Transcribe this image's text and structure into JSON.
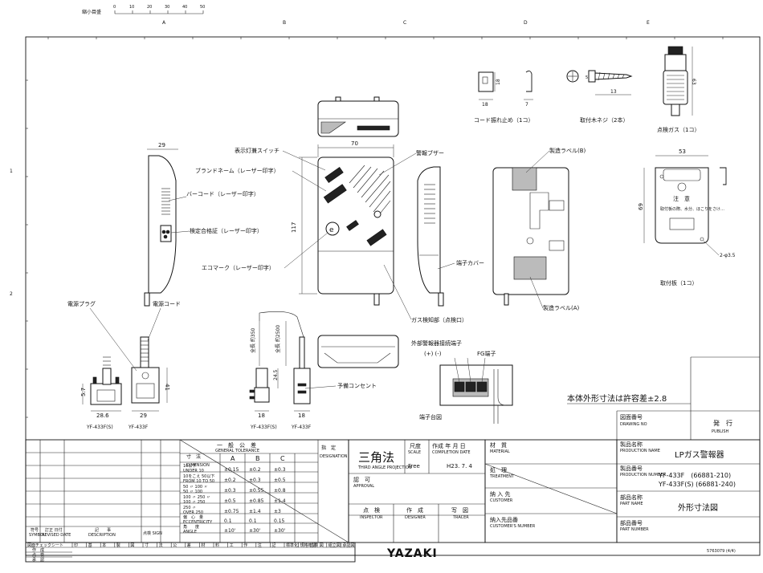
{
  "scale": {
    "label": "縮小目盛",
    "ticks": [
      "0",
      "10",
      "20",
      "30",
      "40",
      "50"
    ]
  },
  "zones": {
    "top": [
      "A",
      "B",
      "C",
      "D",
      "E"
    ],
    "side": [
      "1",
      "2"
    ]
  },
  "labels": {
    "display_switch": "表示灯兼スイッチ",
    "alarm_buzzer": "警報ブザー",
    "brand_name": "ブランドネーム（レーザー印字）",
    "barcode": "バーコード（レーザー印字）",
    "certification": "検定合格証（レーザー印字）",
    "eco_mark": "エコマーク（レーザー印字）",
    "terminal_cover": "端子カバー",
    "gas_detect": "ガス検知部（点検口）",
    "power_plug": "電源プラグ",
    "power_cord": "電源コード",
    "spare_outlet": "予備コンセント",
    "ext_terminal": "外部警報器接続端子",
    "ext_terminal_pm": "(+) (-)",
    "fg_terminal": "FG端子",
    "terminal_block": "端子台図",
    "mfg_label_b": "製造ラベル(B)",
    "mfg_label_a": "製造ラベル(A)",
    "cord_clip": "コード振れ止め（1コ）",
    "wood_screw": "取付木ネジ（2本）",
    "check_gas": "点検ガス（1コ）",
    "mount_plate": "取付板（1コ）",
    "caution": "注　意",
    "caution_text": "取付板の際、水分、ほこりをさけ…",
    "tolerance_note": "本体外形寸法は許容差±2.8"
  },
  "dims": {
    "d29": "29",
    "d70": "70",
    "d117": "117",
    "d18a": "18",
    "d18b": "18",
    "d7": "7",
    "d5": "5",
    "d13": "13",
    "d63": "63",
    "d53": "53",
    "d69": "69",
    "hole": "2-φ3.5",
    "d5_7": "5.7",
    "d41": "41",
    "d28_6": "28.6",
    "d29b": "29",
    "d2350": "全長 約350",
    "d2500": "全長 約2500",
    "d24_5": "24.5",
    "d18c": "18",
    "d18d": "18"
  },
  "models": {
    "a": "YF-433F(S)",
    "b": "YF-433F",
    "c": "YF-433F(S)",
    "d": "YF-433F"
  },
  "tol_table": {
    "title": "一　般　公　差",
    "title_en": "GENERAL TOLERANCE",
    "head_left": "寸　法",
    "head_left_en": "DIMENSION",
    "head_classes": [
      "A",
      "B",
      "C"
    ],
    "rows": [
      {
        "dim": "10以下 / UNDER 10",
        "a": "±0.15",
        "b": "±0.2",
        "c": "±0.3"
      },
      {
        "dim": "10をこえ 50以下 / FROM 10 TO 50",
        "a": "±0.2",
        "b": "±0.3",
        "c": "±0.5"
      },
      {
        "dim": "50 〃 100 〃 / 50 〃 100",
        "a": "±0.3",
        "b": "±0.55",
        "c": "±0.8"
      },
      {
        "dim": "100 〃 250 〃 / 100 〃 250",
        "a": "±0.5",
        "b": "±0.85",
        "c": "±1.4"
      },
      {
        "dim": "250 〃 / OVER 250",
        "a": "±0.75",
        "b": "±1.4",
        "c": "±3"
      },
      {
        "dim": "偏　心　量 / ECCENTRICITY",
        "a": "0.1",
        "b": "0.1",
        "c": "0.15"
      },
      {
        "dim": "角　　度 / ANGLE",
        "a": "±10'",
        "b": "±30'",
        "c": "±30'"
      }
    ],
    "designation": "指　定",
    "designation_en": "DESIGNATION"
  },
  "rev_table": {
    "symbol": "符号",
    "symbol_en": "SYMBOL",
    "date": "訂正 日付",
    "date_en": "REVISED DATE",
    "desc": "記　　事",
    "desc_en": "DESCRIPTION",
    "sign": "点検 SIGN",
    "check_row": [
      "図面チェックシート",
      "印",
      "基",
      "本",
      "製",
      "図",
      "寸",
      "法",
      "公",
      "差",
      "材",
      "料",
      "工",
      "作",
      "注",
      "記",
      "標準化",
      "規格確認",
      "検 図",
      "組立図",
      "承認図"
    ],
    "side_rows": [
      "作　成",
      "点　検",
      "承　認"
    ]
  },
  "title_block": {
    "projection": "三角法",
    "projection_en": "THIRD ANGLE PROJECTION",
    "scale_label": "尺度",
    "scale_en": "SCALE",
    "scale_value": "Free",
    "date_label": "作成 年 月 日",
    "date_en": "COMPLETION DATE",
    "date_value": "H23. 7. 4",
    "approval": "認　可",
    "approval_en": "APPROVAL",
    "inspector": "点　検",
    "inspector_en": "INSPECTOR",
    "designer": "作　成",
    "designer_en": "DESIGNER",
    "tracer": "写　図",
    "tracer_en": "TRACER",
    "material": "材　質",
    "material_en": "MATERIAL",
    "treatment": "処　理",
    "treatment_en": "TREATMENT",
    "customer": "納 入 先",
    "customer_en": "CUSTOMER",
    "customer_no": "納入先品番",
    "customer_no_en": "CUSTOMER'S NUMBER",
    "product_name_label": "製品名称",
    "product_name_en": "PRODUCTION NAME",
    "product_name": "LPガス警報器",
    "product_no_label": "製品番号",
    "product_no_en": "PRODUCTION NUMBER",
    "product_no_1": "YF-433F　(66881-210)",
    "product_no_2": "YF-433F(S) (66881-240)",
    "part_name_label": "部品名称",
    "part_name_en": "PART NAME",
    "part_name": "外形寸法図",
    "part_no_label": "部品番号",
    "part_no_en": "PART NUMBER",
    "drawing_no_label": "図面番号",
    "drawing_no_en": "DRAWING NO",
    "issue": "発　行",
    "issue_en": "PUBLISH",
    "company": "YAZAKI",
    "doc_no": "5763079 (4/4)"
  }
}
